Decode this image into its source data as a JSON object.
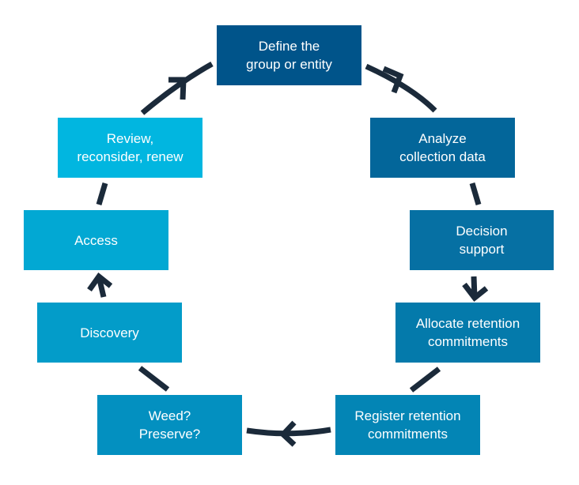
{
  "diagram": {
    "type": "cycle",
    "direction": "clockwise",
    "arrow_color": "#1b2a3a",
    "steps": [
      {
        "label": "Define the\ngroup or entity",
        "color": "#00548a"
      },
      {
        "label": "Analyze\ncollection data",
        "color": "#03669a"
      },
      {
        "label": "Decision\nsupport",
        "color": "#0670a3"
      },
      {
        "label": "Allocate retention\ncommitments",
        "color": "#047aab"
      },
      {
        "label": "Register retention\ncommitments",
        "color": "#0385b5"
      },
      {
        "label": "Weed?\nPreserve?",
        "color": "#0390c0"
      },
      {
        "label": "Discovery",
        "color": "#039cc9"
      },
      {
        "label": "Access",
        "color": "#02a8d3"
      },
      {
        "label": "Review,\nreconsider, renew",
        "color": "#01b6e0"
      }
    ],
    "arrow_markers_after_steps": [
      0,
      2,
      4,
      6,
      8
    ]
  }
}
